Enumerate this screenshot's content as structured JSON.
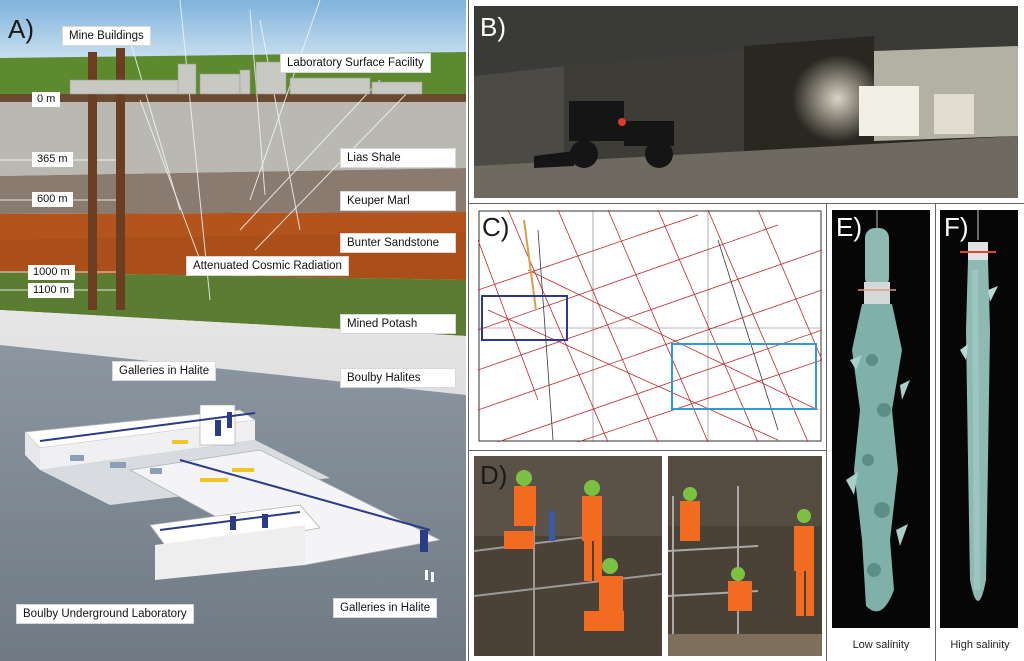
{
  "panel_letters": {
    "a": "A)",
    "b": "B)",
    "c": "C)",
    "d": "D)",
    "e": "E)",
    "f": "F)"
  },
  "panel_a": {
    "labels": {
      "mine_buildings": "Mine Buildings",
      "surface_facility": "Laboratory Surface Facility",
      "lias_shale": "Lias Shale",
      "keuper_marl": "Keuper Marl",
      "bunter_sandstone": "Bunter Sandstone",
      "cosmic_radiation": "Attenuated Cosmic Radiation",
      "mined_potash": "Mined Potash",
      "boulby_halites": "Boulby Halites",
      "galleries_top": "Galleries in Halite",
      "galleries_bottom": "Galleries in Halite",
      "underground_lab": "Boulby Underground Laboratory"
    },
    "depths": {
      "d0": "0 m",
      "d365": "365 m",
      "d600": "600 m",
      "d1000": "1000 m",
      "d1100": "1100 m"
    }
  },
  "panel_e": {
    "caption": "Low salinity"
  },
  "panel_f": {
    "caption": "High salinity"
  },
  "colors": {
    "sky_top": "#7fb2dc",
    "grass": "#5e8a2f",
    "lias_shale": "#b9b9b2",
    "keuper_marl": "#8a7b70",
    "bunter_sandstone": "#b3541c",
    "potash": "#5a7d32",
    "halite": "#dcdcdc",
    "map_lines": "#c0272d",
    "map_box_dark": "#2b3a8f",
    "map_box_light": "#2e9ad6",
    "crystal": "#8fbab4"
  }
}
